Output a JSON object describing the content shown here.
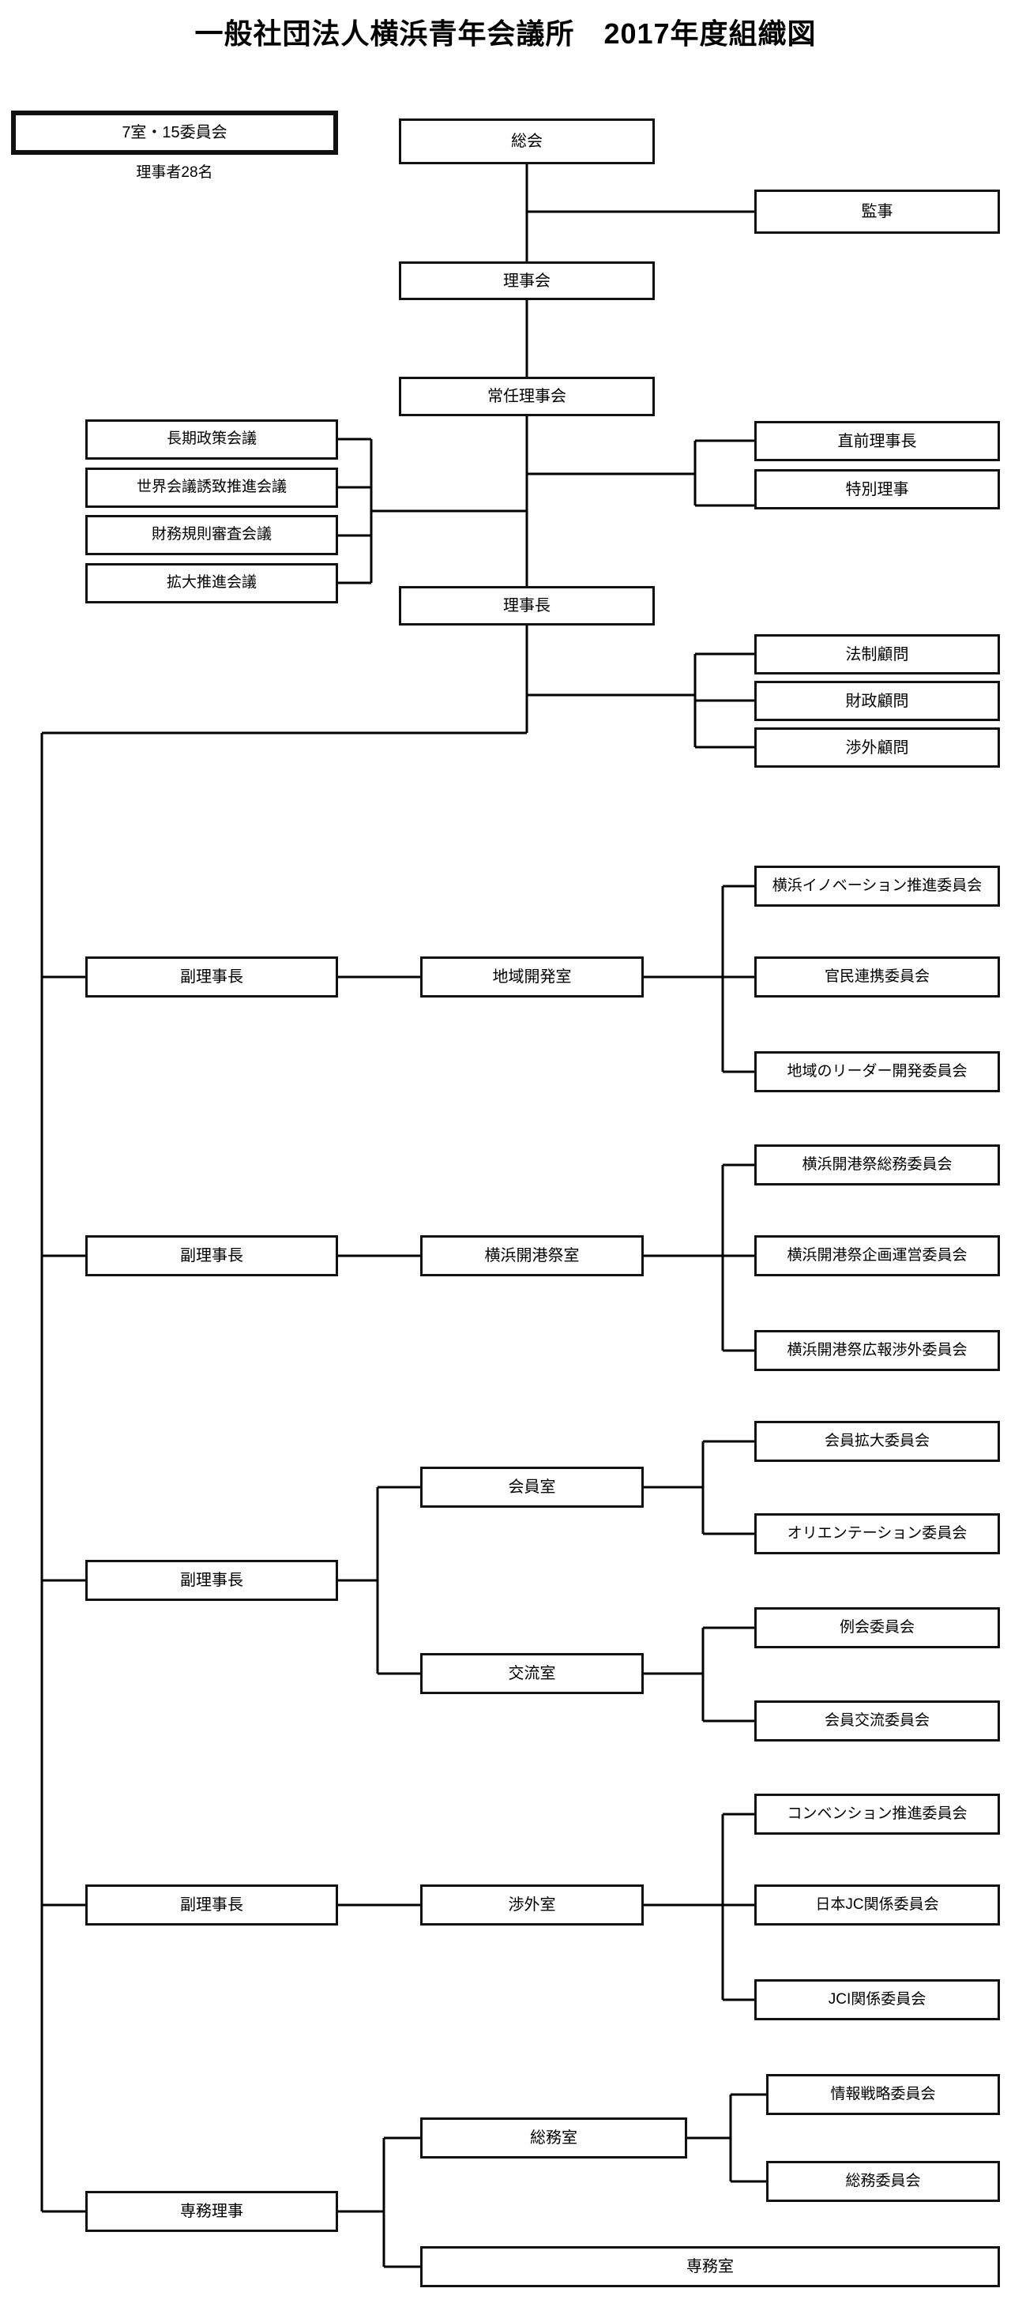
{
  "title": "一般社団法人横浜青年会議所　2017年度組織図",
  "summary": {
    "rooms_committees": "7室・15委員会",
    "officers_count": "理事者28名"
  },
  "governance": {
    "general_meeting": "総会",
    "auditor": "監事",
    "board_of_directors": "理事会",
    "standing_board": "常任理事会",
    "chairman": "理事長"
  },
  "councils": [
    {
      "label": "長期政策会議"
    },
    {
      "label": "世界会議誘致推進会議"
    },
    {
      "label": "財務規則審査会議"
    },
    {
      "label": "拡大推進会議"
    }
  ],
  "chairman_right_top": [
    {
      "label": "直前理事長"
    },
    {
      "label": "特別理事"
    }
  ],
  "advisors": [
    {
      "label": "法制顧問"
    },
    {
      "label": "財政顧問"
    },
    {
      "label": "渉外顧問"
    }
  ],
  "branches": [
    {
      "officer": "副理事長",
      "rooms": [
        {
          "name": "地域開発室",
          "committees": [
            "横浜イノベーション推進委員会",
            "官民連携委員会",
            "地域のリーダー開発委員会"
          ]
        }
      ]
    },
    {
      "officer": "副理事長",
      "rooms": [
        {
          "name": "横浜開港祭室",
          "committees": [
            "横浜開港祭総務委員会",
            "横浜開港祭企画運営委員会",
            "横浜開港祭広報渉外委員会"
          ]
        }
      ]
    },
    {
      "officer": "副理事長",
      "rooms": [
        {
          "name": "会員室",
          "committees": [
            "会員拡大委員会",
            "オリエンテーション委員会"
          ]
        },
        {
          "name": "交流室",
          "committees": [
            "例会委員会",
            "会員交流委員会"
          ]
        }
      ]
    },
    {
      "officer": "副理事長",
      "rooms": [
        {
          "name": "渉外室",
          "committees": [
            "コンベンション推進委員会",
            "日本JC関係委員会",
            "JCI関係委員会"
          ]
        }
      ]
    },
    {
      "officer": "専務理事",
      "rooms": [
        {
          "name": "総務室",
          "committees": [
            "情報戦略委員会",
            "総務委員会"
          ]
        },
        {
          "name": "専務室",
          "committees": []
        }
      ]
    }
  ]
}
